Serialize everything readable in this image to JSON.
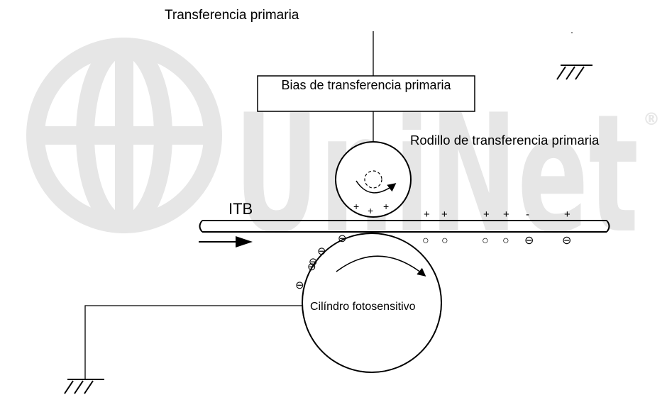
{
  "watermark": {
    "text": "UniNet",
    "registered_mark": "®",
    "color": "#e6e6e6"
  },
  "labels": {
    "title": "Transferencia primaria",
    "bias_box": "Bias de transferencia primaria",
    "roller": "Rodillo de transferencia primaria",
    "itb": "ITB",
    "drum": "Cilíndro fotosensitivo"
  },
  "charges": {
    "roller_plus": [
      "+",
      "+",
      "+"
    ],
    "belt_top": [
      "+",
      "+",
      "+",
      "+",
      "-",
      "+"
    ],
    "belt_bottom": [
      "○",
      "○",
      "○",
      "○",
      "⊖",
      "⊖"
    ],
    "drum_minus": [
      "⊖",
      "⊖",
      "⊖",
      "⊖",
      "⊖"
    ]
  },
  "colors": {
    "line": "#000000",
    "background": "#ffffff"
  }
}
